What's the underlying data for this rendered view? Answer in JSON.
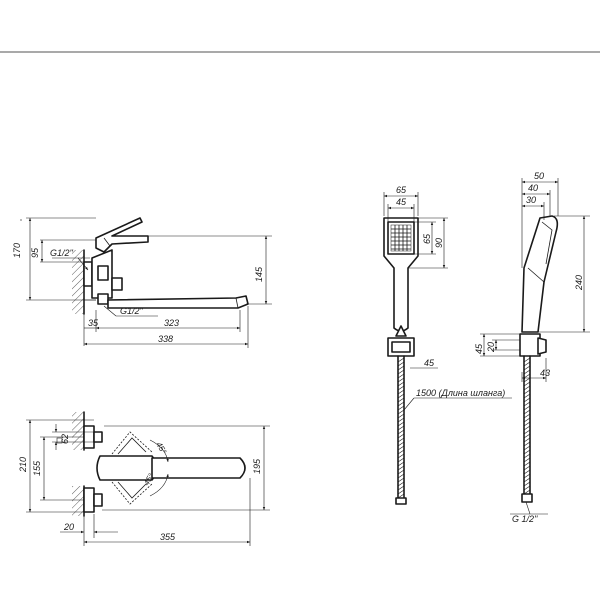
{
  "side_view": {
    "dim_170": "170",
    "dim_95": "95",
    "thread_top": "G1/2''",
    "dim_145": "145",
    "thread_bottom": "G1/2''",
    "dim_35": "35",
    "dim_323": "323",
    "dim_338": "338"
  },
  "top_view": {
    "dim_62": "62",
    "dim_210": "210",
    "dim_155": "155",
    "angle_top": "45°",
    "angle_bottom": "45°",
    "dim_195": "195",
    "dim_20": "20",
    "dim_355": "355"
  },
  "shower_front": {
    "dim_65_top": "65",
    "dim_45_top": "45",
    "dim_65_side": "65",
    "dim_90": "90",
    "dim_45_side": "45",
    "hose_label": "1500 (Длина шланга)"
  },
  "shower_side": {
    "dim_50": "50",
    "dim_40": "40",
    "dim_30": "30",
    "dim_240": "240",
    "dim_45": "45",
    "dim_20": "20",
    "dim_43": "43",
    "thread": "G 1/2''"
  }
}
